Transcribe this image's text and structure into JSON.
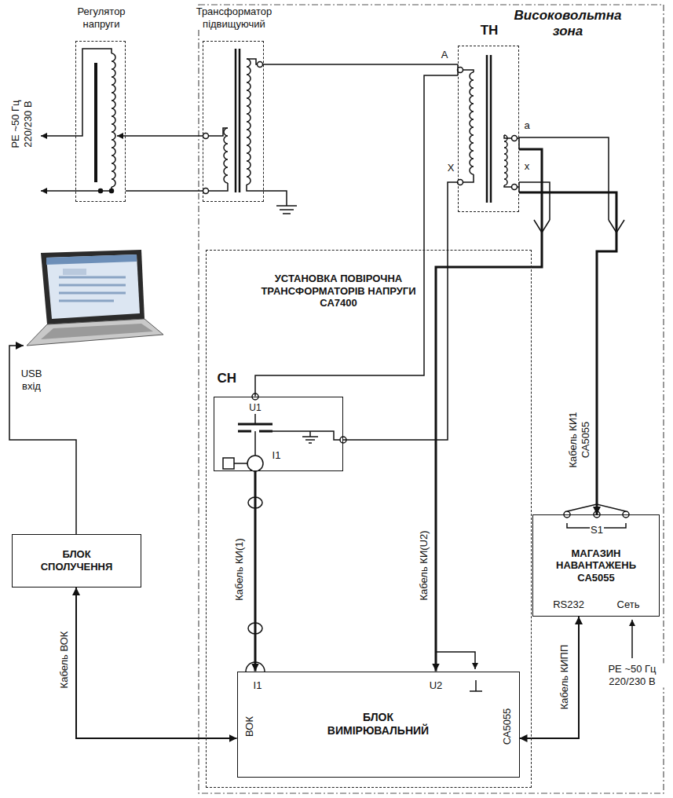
{
  "diagram": {
    "nodes": [
      {
        "text": [
          "Регулятор напруги"
        ]
      },
      {
        "text": [
          "Високовольтна зона"
        ]
      },
      {
        "text": [
          "Трансформатор підвищуючий"
        ],
        "in": 1
      },
      {
        "text": [
          "ТН"
        ],
        "in": 1
      },
      {
        "text": [
          "УСТАНОВКА ПОВІРОЧНА ТРАНСФОРМАТОРІВ НАПРУГИ СА7400"
        ],
        "in": 1
      },
      {
        "text": [
          "СН"
        ],
        "in": 4
      },
      {
        "text": [
          "БЛОК ВИМІРЮВАЛЬНИЙ"
        ],
        "in": 4
      },
      {
        "text": [
          "МАГАЗИН НАВАНТАЖЕНЬ СА5055"
        ],
        "in": 1
      },
      {
        "text": [
          "USB вхід"
        ]
      },
      {
        "text": [
          "БЛОК СПОЛУЧЕННЯ"
        ]
      }
    ],
    "edges": [
      {
        "from": 0,
        "to": 2,
        "arrow": "none"
      },
      {
        "from": 0,
        "to": 2,
        "arrow": "none"
      },
      {
        "from": 2,
        "to": 3,
        "arrow": "none"
      },
      {
        "from": 3,
        "to": 5,
        "arrow": "none"
      },
      {
        "from": 3,
        "to": 5,
        "arrow": "none"
      },
      {
        "from": 3,
        "to": 6,
        "label": "Кабель КИ(U2)",
        "arrow": "to"
      },
      {
        "from": 3,
        "to": 7,
        "label": "Кабель КИ1 СА5055",
        "arrow": "to"
      },
      {
        "from": 5,
        "to": 6,
        "label": "Кабель КИ(1)",
        "arrow": "to"
      },
      {
        "from": 7,
        "to": 6,
        "label": "Кабель КИПП",
        "arrow": "both"
      },
      {
        "from": 9,
        "to": 6,
        "label": "Кабель ВОК",
        "arrow": "both"
      },
      {
        "from": 9,
        "to": 8,
        "arrow": "to"
      }
    ],
    "labels": [
      "РЕ ~50 Гц 220/230 В",
      "A",
      "X",
      "a",
      "x",
      "U1",
      "I1",
      "S1",
      "RS232",
      "Сеть",
      "РЕ ~50 Гц 220/230 В",
      "I1",
      "U2",
      "ВОК",
      "СА5055"
    ]
  }
}
